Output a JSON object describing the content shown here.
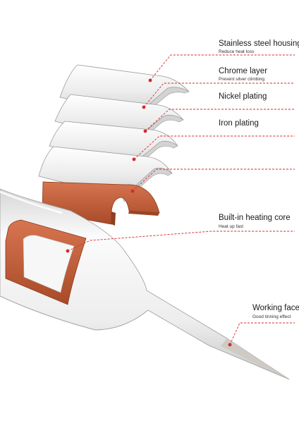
{
  "labels": [
    {
      "title": "Stainless steel housing",
      "subtitle": "Reduce heat loss"
    },
    {
      "title": "Chrome layer",
      "subtitle": "Prevent silver climbing"
    },
    {
      "title": "Nickel plating",
      "subtitle": ""
    },
    {
      "title": "Iron plating",
      "subtitle": ""
    },
    {
      "title": "",
      "subtitle": ""
    },
    {
      "title": "Built-in heating core",
      "subtitle": "Heat up fast"
    },
    {
      "title": "Working face",
      "subtitle": "Good tinning effect"
    }
  ],
  "colors": {
    "leader": "#d42a2a",
    "copper": "#c9643c",
    "shell": "#f4f4f4",
    "shell_edge": "#9a9a9a",
    "tip": "#cfcac3"
  }
}
